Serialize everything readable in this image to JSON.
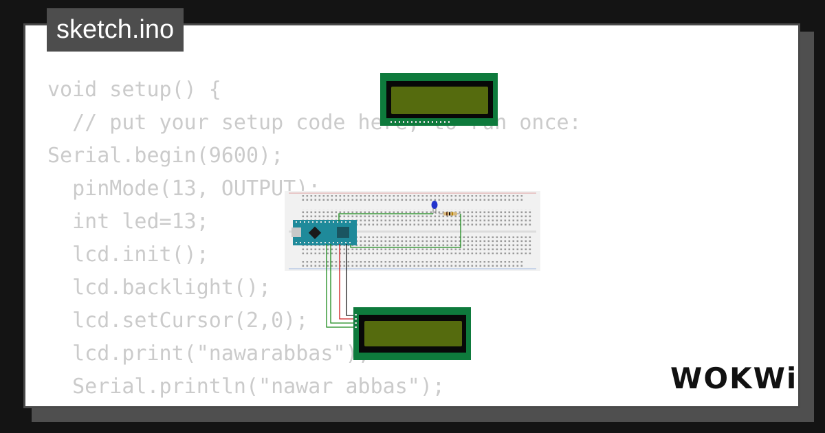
{
  "title": "sketch.ino",
  "code_lines": [
    "void setup() {",
    "  // put your setup code here, to run once:",
    "Serial.begin(9600);",
    "  pinMode(13, OUTPUT);",
    "  int led=13;",
    "  lcd.init();",
    "  lcd.backlight();",
    "  lcd.setCursor(2,0);",
    "  lcd.print(\"nawarabbas\");",
    "  Serial.println(\"nawar abbas\");",
    "}"
  ],
  "logo_text": "WOKWi",
  "colors": {
    "background": "#141414",
    "card": "#ffffff",
    "code_text": "#cbcbcb",
    "title_bg": "#4d4d4d",
    "lcd_pcb": "#0e7a3c",
    "lcd_screen": "#556b0e",
    "breadboard": "#f1f1f1",
    "arduino": "#1f8a9a",
    "wire_green": "#1a8a1a",
    "wire_red": "#cc1a1a",
    "led": "#2233cc"
  }
}
